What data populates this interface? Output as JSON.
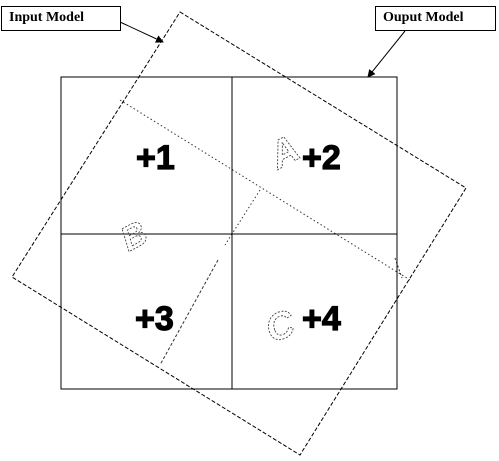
{
  "callouts": {
    "input_label": "Input Model",
    "output_label": "Ouput Model"
  },
  "quadrant_labels": [
    "+1",
    "+2",
    "+3",
    "+4"
  ],
  "model_letters": [
    "A",
    "B",
    "C"
  ]
}
